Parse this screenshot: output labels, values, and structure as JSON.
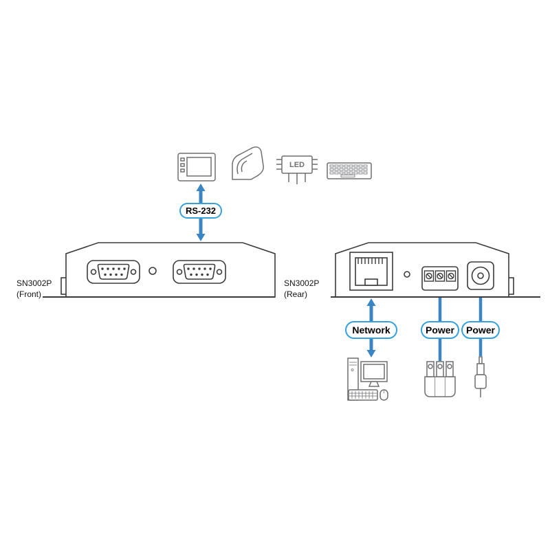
{
  "colors": {
    "arrow_blue": "#3c85c5",
    "pill_border": "#35a0dc",
    "outline_dark": "#3a3a3a",
    "icon_gray": "#6d6e71"
  },
  "pills": {
    "rs232": "RS-232",
    "network": "Network",
    "power_terminal": "Power",
    "power_dc": "Power"
  },
  "device_labels": {
    "front": {
      "model": "SN3002P",
      "view": "(Front)"
    },
    "rear": {
      "model": "SN3002P",
      "view": "(Rear)"
    }
  },
  "icons": {
    "chip_text": "LED"
  }
}
